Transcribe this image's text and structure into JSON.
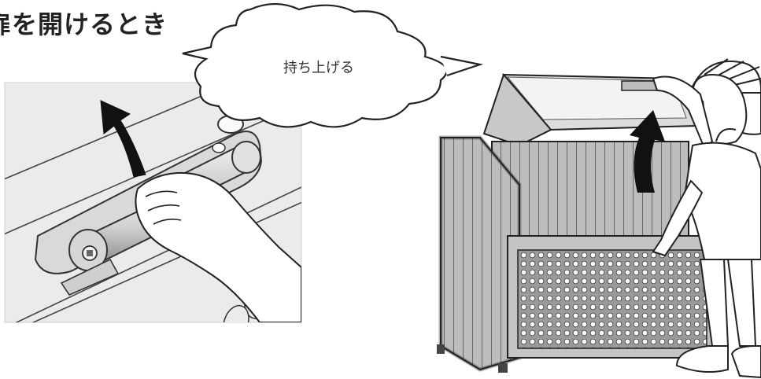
{
  "heading": "扉を開けるとき",
  "speech_bubble": {
    "text": "持ち上げる"
  },
  "panels": [
    {
      "subject": "handle-closeup"
    },
    {
      "subject": "storage-box-with-person"
    }
  ]
}
